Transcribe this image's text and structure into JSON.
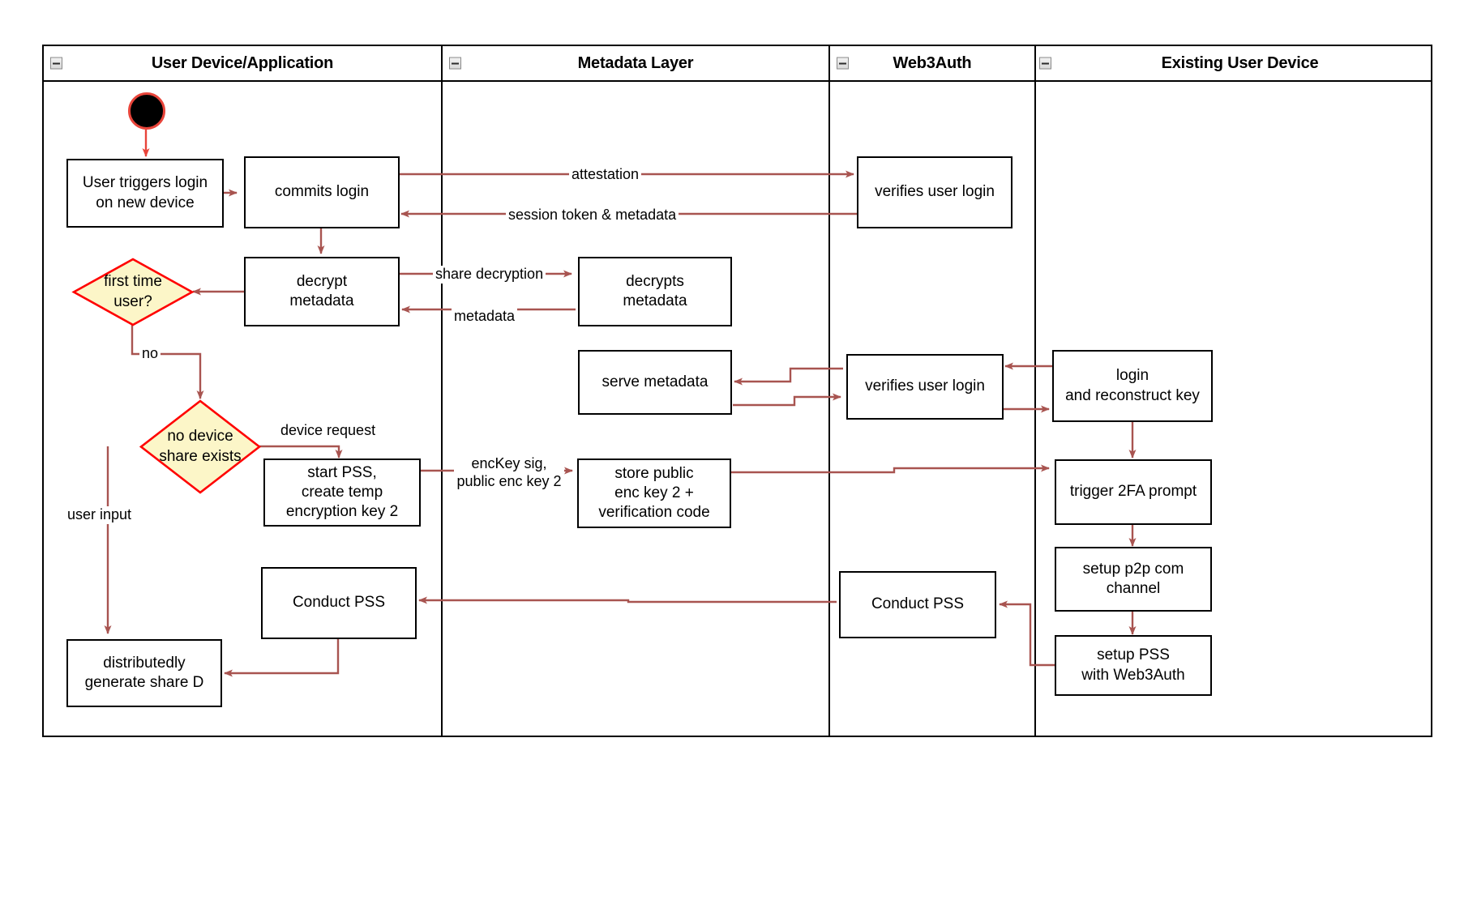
{
  "diagram": {
    "title": "Web3Auth new-device login flow (swimlane activity diagram)",
    "colors": {
      "lane_border": "#000000",
      "node_border": "#000000",
      "node_fill": "#ffffff",
      "decision_border": "#ff0000",
      "decision_fill": "#fcf6c8",
      "connector": "#a85450",
      "start_fill": "#000000",
      "start_border": "#e8443a",
      "text": "#000000"
    }
  },
  "lanes": [
    {
      "id": "user-device",
      "label": "User Device/Application",
      "collapse_icon": "collapse-minus-icon"
    },
    {
      "id": "metadata-layer",
      "label": "Metadata Layer",
      "collapse_icon": "collapse-minus-icon"
    },
    {
      "id": "web3auth",
      "label": "Web3Auth",
      "collapse_icon": "collapse-minus-icon"
    },
    {
      "id": "existing-user-device",
      "label": "Existing User Device",
      "collapse_icon": "collapse-minus-icon"
    }
  ],
  "nodes": [
    {
      "id": "start",
      "type": "start",
      "label": "",
      "lane": "user-device"
    },
    {
      "id": "user-triggers-login",
      "type": "process",
      "label": "User triggers login\non new device",
      "lane": "user-device"
    },
    {
      "id": "commits-login",
      "type": "process",
      "label": "commits login",
      "lane": "user-device"
    },
    {
      "id": "verifies-user-login-1",
      "type": "process",
      "label": "verifies user login",
      "lane": "web3auth"
    },
    {
      "id": "first-time-user",
      "type": "decision",
      "label": "first time\nuser?",
      "lane": "user-device"
    },
    {
      "id": "decrypt-metadata",
      "type": "process",
      "label": "decrypt\nmetadata",
      "lane": "user-device"
    },
    {
      "id": "decrypts-metadata",
      "type": "process",
      "label": "decrypts\nmetadata",
      "lane": "metadata-layer"
    },
    {
      "id": "serve-metadata",
      "type": "process",
      "label": "serve metadata",
      "lane": "metadata-layer"
    },
    {
      "id": "verifies-user-login-2",
      "type": "process",
      "label": "verifies user login",
      "lane": "web3auth"
    },
    {
      "id": "login-reconstruct-key",
      "type": "process",
      "label": "login\nand reconstruct key",
      "lane": "existing-user-device"
    },
    {
      "id": "no-device-share-exists",
      "type": "decision",
      "label": "no device\nshare exists",
      "lane": "user-device"
    },
    {
      "id": "start-pss",
      "type": "process",
      "label": "start PSS,\ncreate temp\nencryption key 2",
      "lane": "user-device"
    },
    {
      "id": "store-public-enc-key",
      "type": "process",
      "label": "store public\nenc key 2 +\nverification code",
      "lane": "metadata-layer"
    },
    {
      "id": "trigger-2fa-prompt",
      "type": "process",
      "label": "trigger 2FA prompt",
      "lane": "existing-user-device"
    },
    {
      "id": "setup-p2p-com-channel",
      "type": "process",
      "label": "setup p2p com\nchannel",
      "lane": "existing-user-device"
    },
    {
      "id": "conduct-pss-user",
      "type": "process",
      "label": "Conduct PSS",
      "lane": "user-device"
    },
    {
      "id": "conduct-pss-web3auth",
      "type": "process",
      "label": "Conduct PSS",
      "lane": "web3auth"
    },
    {
      "id": "setup-pss-with-web3auth",
      "type": "process",
      "label": "setup PSS\nwith Web3Auth",
      "lane": "existing-user-device"
    },
    {
      "id": "distributedly-generate-share-d",
      "type": "process",
      "label": "distributedly\ngenerate share D",
      "lane": "user-device"
    }
  ],
  "edges": [
    {
      "id": "e-attestation",
      "from": "commits-login",
      "to": "verifies-user-login-1",
      "label": "attestation"
    },
    {
      "id": "e-session-token",
      "from": "verifies-user-login-1",
      "to": "commits-login",
      "label": "session token & metadata"
    },
    {
      "id": "e-share-decryption",
      "from": "decrypt-metadata",
      "to": "decrypts-metadata",
      "label": "share decryption"
    },
    {
      "id": "e-metadata",
      "from": "decrypts-metadata",
      "to": "decrypt-metadata",
      "label": "metadata"
    },
    {
      "id": "e-no",
      "from": "first-time-user",
      "to": "no-device-share-exists",
      "label": "no"
    },
    {
      "id": "e-device-request",
      "from": "no-device-share-exists",
      "to": "start-pss",
      "label": "device request"
    },
    {
      "id": "e-enckey-sig",
      "from": "start-pss",
      "to": "store-public-enc-key",
      "label": "encKey sig,\npublic enc key 2"
    },
    {
      "id": "e-user-input",
      "from": "no-device-share-exists",
      "to": "distributedly-generate-share-d",
      "label": "user input"
    },
    {
      "id": "e-start-to-trigger",
      "from": "start",
      "to": "user-triggers-login",
      "label": ""
    },
    {
      "id": "e-trigger-to-commits",
      "from": "user-triggers-login",
      "to": "commits-login",
      "label": ""
    },
    {
      "id": "e-commits-to-decrypt",
      "from": "commits-login",
      "to": "decrypt-metadata",
      "label": ""
    },
    {
      "id": "e-decrypt-to-firsttime",
      "from": "decrypt-metadata",
      "to": "first-time-user",
      "label": ""
    },
    {
      "id": "e-existing-to-verifies2",
      "from": "login-reconstruct-key",
      "to": "verifies-user-login-2",
      "label": ""
    },
    {
      "id": "e-verifies2-to-existing",
      "from": "verifies-user-login-2",
      "to": "login-reconstruct-key",
      "label": ""
    },
    {
      "id": "e-verifies2-to-serve",
      "from": "verifies-user-login-2",
      "to": "serve-metadata",
      "label": ""
    },
    {
      "id": "e-serve-to-verifies2",
      "from": "serve-metadata",
      "to": "verifies-user-login-2",
      "label": ""
    },
    {
      "id": "e-store-to-2fa",
      "from": "store-public-enc-key",
      "to": "trigger-2fa-prompt",
      "label": ""
    },
    {
      "id": "e-login-to-2fa",
      "from": "login-reconstruct-key",
      "to": "trigger-2fa-prompt",
      "label": ""
    },
    {
      "id": "e-2fa-to-p2p",
      "from": "trigger-2fa-prompt",
      "to": "setup-p2p-com-channel",
      "label": ""
    },
    {
      "id": "e-p2p-to-setup-pss",
      "from": "setup-p2p-com-channel",
      "to": "setup-pss-with-web3auth",
      "label": ""
    },
    {
      "id": "e-setuppss-to-conductpss-w3a",
      "from": "setup-pss-with-web3auth",
      "to": "conduct-pss-web3auth",
      "label": ""
    },
    {
      "id": "e-conductpss-w3a-to-user",
      "from": "conduct-pss-web3auth",
      "to": "conduct-pss-user",
      "label": ""
    },
    {
      "id": "e-conductpss-to-share-d",
      "from": "conduct-pss-user",
      "to": "distributedly-generate-share-d",
      "label": ""
    }
  ]
}
